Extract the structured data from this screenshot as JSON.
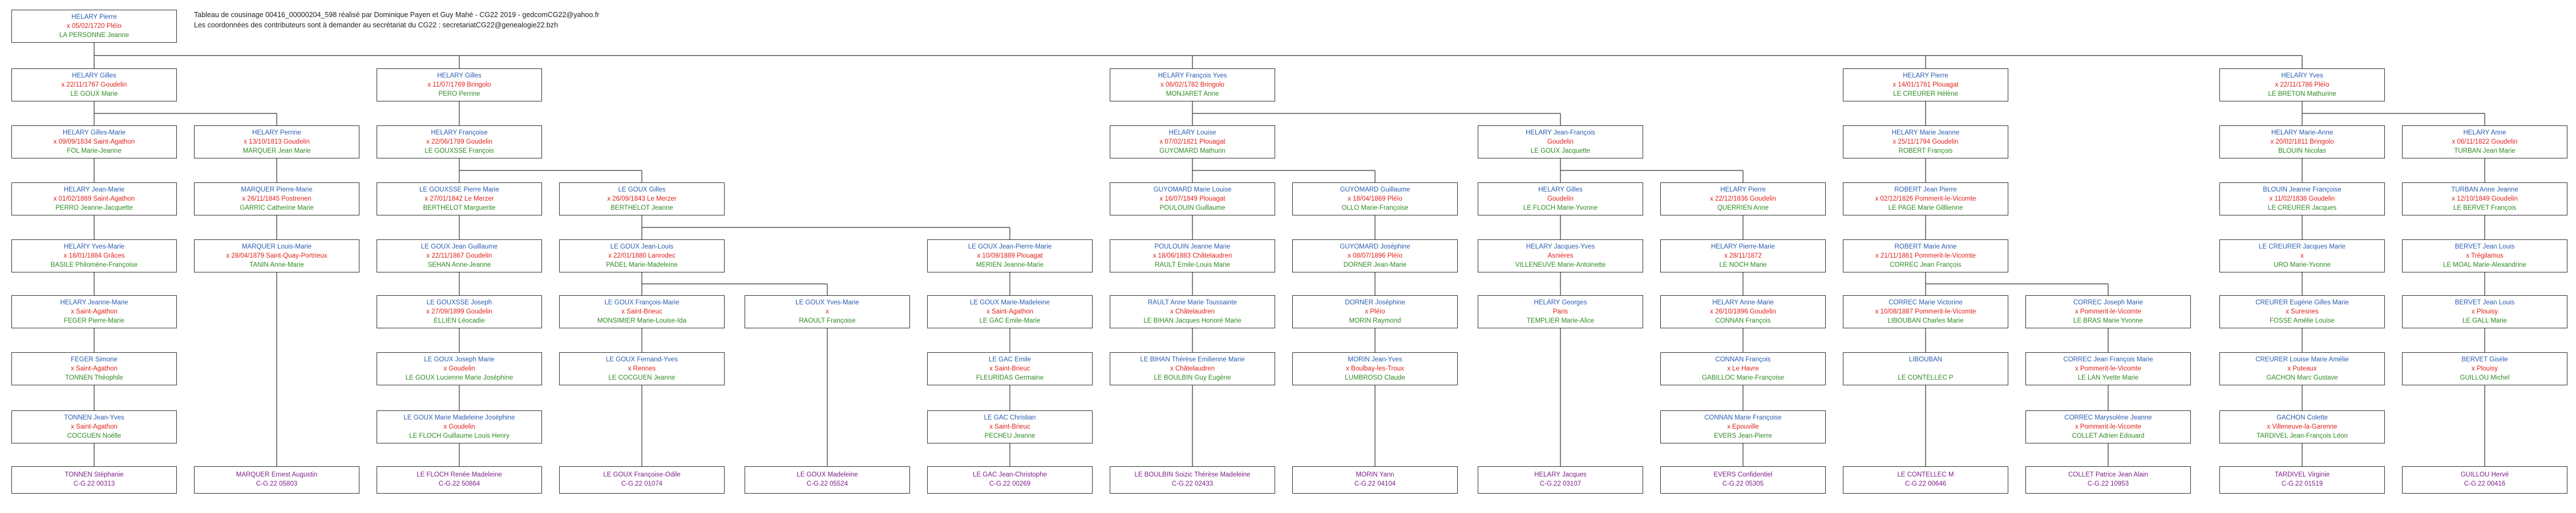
{
  "header": {
    "line1": "Tableau de cousinage 00416_00000204_598 réalisé par Dominique Payen et Guy Mahé - CG22 2019 - gedcomCG22@yahoo.fr",
    "line2": "Les coordonnées des contributeurs sont à demander au secrétariat du CG22 : secretariatCG22@genealogie22.bzh"
  },
  "root": {
    "l1": "HELARY Pierre",
    "l2": "x 05/02/1720 Pléïo",
    "l3": "LA PERSONNE Jeanne"
  },
  "gen1": [
    {
      "l1": "HELARY Gilles",
      "l2": "x 22/11/1767 Goudelin",
      "l3": "LE GOUX Marie"
    },
    {
      "l1": "HELARY Gilles",
      "l2": "x 11/07/1769 Bringolo",
      "l3": "PERO Perrine"
    },
    {
      "l1": "HELARY François Yves",
      "l2": "x 06/02/1782 Bringolo",
      "l3": "MONJARET Anne"
    },
    {
      "l1": "HELARY Pierre",
      "l2": "x 14/01/1781 Plouagat",
      "l3": "LE CREURER Hélène"
    },
    {
      "l1": "HELARY Yves",
      "l2": "x 22/11/1786 Pléïo",
      "l3": "LE BRETON Mathurine"
    }
  ],
  "gen2": [
    {
      "l1": "HELARY Gilles-Marie",
      "l2": "x 09/09/1834 Saint-Agathon",
      "l3": "FOL Marie-Jeanne"
    },
    {
      "l1": "HELARY Perrine",
      "l2": "x 13/10/1813 Goudelin",
      "l3": "MARQUER Jean Marie"
    },
    {
      "l1": "HELARY Françoise",
      "l2": "x 22/06/1789 Goudelin",
      "l3": "LE GOUXSSE François"
    },
    {
      "l1": "HELARY Louise",
      "l2": "x 07/02/1821 Plouagat",
      "l3": "GUYOMARD Mathurin"
    },
    {
      "l1": "HELARY Jean-François",
      "l2": "Goudelin",
      "l3": "LE GOUX Jacquette"
    },
    {
      "l1": "HELARY Marie Jeanne",
      "l2": "x 25/11/1794 Goudelin",
      "l3": "ROBERT François"
    },
    {
      "l1": "HELARY Marie-Anne",
      "l2": "x 20/02/1811 Bringolo",
      "l3": "BLOUIN Nicolas"
    },
    {
      "l1": "HELARY Anne",
      "l2": "x 06/11/1822 Goudelin",
      "l3": "TURBAN Jean Marie"
    }
  ],
  "gen3": [
    {
      "l1": "HELARY Jean-Marie",
      "l2": "x 01/02/1869 Saint-Agathon",
      "l3": "PERRO Jeanne-Jacquette"
    },
    {
      "l1": "MARQUER Pierre-Marie",
      "l2": "x 26/11/1845 Postrenen",
      "l3": "GARRIC Catherine Marie"
    },
    {
      "l1": "LE GOUXSSE Pierre Marie",
      "l2": "x 27/01/1842 Le Merzer",
      "l3": "BERTHELOT Marguerite"
    },
    {
      "l1": "LE GOUX Gilles",
      "l2": "x 26/09/1843 Le Merzer",
      "l3": "BERTHELOT Jeanne"
    },
    {
      "l1": "GUYOMARD Marie Louise",
      "l2": "x 16/07/1849 Plouagat",
      "l3": "POULOUIN Guillaume"
    },
    {
      "l1": "GUYOMARD Guillaume",
      "l2": "x 18/04/1869 Pléïo",
      "l3": "OLLO Marie-Françoise"
    },
    {
      "l1": "HELARY Gilles",
      "l2": "Goudelin",
      "l3": "LE FLOCH Marie-Yvonne"
    },
    {
      "l1": "HELARY Pierre",
      "l2": "x 22/12/1836 Goudelin",
      "l3": "QUERRIEN Anne"
    },
    {
      "l1": "ROBERT Jean Pierre",
      "l2": "x 02/12/1826 Pommerit-le-Vicomte",
      "l3": "LE PAGE Marie Gilllienne"
    },
    {
      "l1": "BLOUIN Jeanne Françoise",
      "l2": "x 11/02/1838 Goudelin",
      "l3": "LE CREURER Jacques"
    },
    {
      "l1": "TURBAN Anne Jeanne",
      "l2": "x 12/10/1849 Goudelin",
      "l3": "LE BERVET François"
    }
  ],
  "gen4": [
    {
      "l1": "HELARY Yves-Marie",
      "l2": "x 18/01/1884 Grâces",
      "l3": "BASILE Philomène-Françoise"
    },
    {
      "l1": "MARQUER Louis-Marie",
      "l2": "x 28/04/1879 Saint-Quay-Portrieux",
      "l3": "TANIN Anne-Marie"
    },
    {
      "l1": "LE GOUX Jean Guillaume",
      "l2": "x 22/11/1867 Goudelin",
      "l3": "SEHAN Anne-Jeanne"
    },
    {
      "l1": "LE GOUX Jean-Louis",
      "l2": "x 22/01/1880 Lanrodec",
      "l3": "PADEL Marie-Madeleine"
    },
    {
      "l1": "LE GOUX Jean-Pierre-Marie",
      "l2": "x 10/09/1889 Plouagat",
      "l3": "MERIEN Jeanne-Marie"
    },
    {
      "l1": "POULOUIN Jeanne Marie",
      "l2": "x 18/06/1883 Châtelaudren",
      "l3": "RAULT Emile-Louis Marie"
    },
    {
      "l1": "GUYOMARD Joséphine",
      "l2": "x 08/07/1896 Pléïo",
      "l3": "DORNER Jean-Marie"
    },
    {
      "l1": "HELARY Jacques-Yves",
      "l2": "Asnières",
      "l3": "VILLENEUVE Marie-Antoinette"
    },
    {
      "l1": "HELARY Pierre-Marie",
      "l2": "x 28/11/1872",
      "l3": "LE NOCH Marie"
    },
    {
      "l1": "ROBERT Marie Anne",
      "l2": "x 21/11/1861 Pommerit-le-Vicomte",
      "l3": "CORREC Jean François"
    },
    {
      "l1": "LE CREURER Jacques Marie",
      "l2": "x",
      "l3": "URO Marie-Yvonne"
    },
    {
      "l1": "BERVET Jean Louis",
      "l2": "x   Trégilamus",
      "l3": "LE MOAL Marie-Alexandrine"
    }
  ],
  "gen5": [
    {
      "l1": "HELARY Jeanne-Marie",
      "l2": "x      Saint-Agathon",
      "l3": "FEGER Pierre-Marie"
    },
    {
      "l1": "LE GOUXSSE Joseph",
      "l2": "x 27/09/1899 Goudelin",
      "l3": "ELLIEN Léocadie"
    },
    {
      "l1": "LE GOUX François-Marie",
      "l2": "x      Saint-Brieuc",
      "l3": "MONSIMIER Marie-Louise-Ida"
    },
    {
      "l1": "LE GOUX Yves-Marie",
      "l2": "x",
      "l3": "RAOULT Françoise"
    },
    {
      "l1": "LE GOUX Marie-Madeleine",
      "l2": "x      Saint-Agathon",
      "l3": "LE GAC Emile-Marie"
    },
    {
      "l1": "RAULT Anne Marie Toussainte",
      "l2": "x      Châtelaudren",
      "l3": "LE BIHAN Jacques Honoré Marie"
    },
    {
      "l1": "DORNER Joséphine",
      "l2": "x      Pléïo",
      "l3": "MORIN Raymond"
    },
    {
      "l1": "HELARY Georges",
      "l2": "Paris",
      "l3": "TEMPLIER Marie-Alice"
    },
    {
      "l1": "HELARY Anne-Marie",
      "l2": "x 26/10/1896 Goudelin",
      "l3": "CONNAN François"
    },
    {
      "l1": "CORREC Marie Victorine",
      "l2": "x 10/08/1887 Pommerit-le-Vicomte",
      "l3": "LIBOUBAN Charles Marie"
    },
    {
      "l1": "CORREC Joseph Marie",
      "l2": "x      Pommerit-le-Vicomte",
      "l3": "LE BRAS Marie Yvonne"
    },
    {
      "l1": "CREURER Eugène Gilles Marie",
      "l2": "x      Suresnes",
      "l3": "FOSSE Amélie Louise"
    },
    {
      "l1": "BERVET Jean Louis",
      "l2": "x      Plouisy",
      "l3": "LE GALL Marie"
    }
  ],
  "gen6": [
    {
      "l1": "FEGER Simone",
      "l2": "x      Saint-Agathon",
      "l3": "TONNEN Théophile"
    },
    {
      "l1": "LE GOUX Joseph Marie",
      "l2": "x      Goudelin",
      "l3": "LE GOUX Lucienne Marie Joséphine"
    },
    {
      "l1": "LE GOUX Fernand-Yves",
      "l2": "x      Rennes",
      "l3": "LE COCGUEN Jeanne"
    },
    {
      "l1": "LE GAC Emile",
      "l2": "x      Saint-Brieuc",
      "l3": "FLEURIDAS Germaine"
    },
    {
      "l1": "LE BIHAN Thérèse Emilienne Marie",
      "l2": "x      Châtelaudren",
      "l3": "LE BOULBIN Guy Eugène"
    },
    {
      "l1": "MORIN Jean-Yves",
      "l2": "x      Boulbay-les-Troux",
      "l3": "LUMBROSO Claude"
    },
    {
      "l1": "CONNAN François",
      "l2": "x      Le Havre",
      "l3": "GABILLOC Marie-Françoise"
    },
    {
      "l1": "LIBOUBAN",
      "l2": "",
      "l3": "LE CONTELLEC P"
    },
    {
      "l1": "CORREC Jean François Marie",
      "l2": "x      Pommerit-le-Vicomte",
      "l3": "LE LAN Yvette Marie"
    },
    {
      "l1": "CREURER Louise Marie Amélie",
      "l2": "x      Puteaux",
      "l3": "GACHON Marc Gustave"
    },
    {
      "l1": "BERVET Gisèle",
      "l2": "x      Plouisy",
      "l3": "GUILLOU Michel"
    }
  ],
  "gen7": [
    {
      "l1": "TONNEN Jean-Yves",
      "l2": "x      Saint-Agathon",
      "l3": "COCGUEN Noëlle"
    },
    {
      "l1": "LE GOUX Marie Madeleine Joséphine",
      "l2": "x      Goudelin",
      "l3": "LE FLOCH Guillaume Louis Henry"
    },
    {
      "l1": "LE GAC Christian",
      "l2": "x      Saint-Brieuc",
      "l3": "PECHEU Jeanne"
    },
    {
      "l1": "CONNAN Marie Françoise",
      "l2": "x      Epouville",
      "l3": "EVERS Jean-Pierre"
    },
    {
      "l1": "CORREC Marysolène Jeanne",
      "l2": "x      Pommerit-le-Vicomte",
      "l3": "COLLET Adrien Edouard"
    },
    {
      "l1": "GACHON Colette",
      "l2": "x      Villeneuve-la-Garenne",
      "l3": "TARDIVEL Jean-François Léon"
    }
  ],
  "leaves": [
    {
      "l1": "TONNEN Stéphanie",
      "l2": "C-G.22 00313"
    },
    {
      "l1": "MARQUER Ernest Augustin",
      "l2": "C-G.22 05803"
    },
    {
      "l1": "LE FLOCH Renée Madeleine",
      "l2": "C-G.22 50864"
    },
    {
      "l1": "LE GOUX Françoise-Odile",
      "l2": "C-G.22 01074"
    },
    {
      "l1": "LE GOUX Madeleine",
      "l2": "C-G.22 05524"
    },
    {
      "l1": "LE GAC Jean-Christophe",
      "l2": "C-G.22 00269"
    },
    {
      "l1": "LE BOULBIN Soizic Thérèse Madeleine",
      "l2": "C-G.22 02433"
    },
    {
      "l1": "MORIN Yann",
      "l2": "C-G.22 04104"
    },
    {
      "l1": "HELARY Jacques",
      "l2": "C-G.22 03107"
    },
    {
      "l1": "EVERS Confidentiel",
      "l2": "C-G.22 05305"
    },
    {
      "l1": "LE CONTELLEC M",
      "l2": "C-G.22 00646"
    },
    {
      "l1": "COLLET Patrice Jean Alain",
      "l2": "C-G.22 10953"
    },
    {
      "l1": "TARDIVEL Virginie",
      "l2": "C-G.22 01519"
    },
    {
      "l1": "GUILLOU Hervé",
      "l2": "C-G.22 00416"
    }
  ],
  "colors": {
    "name": "#2a5db0",
    "marriage": "#e0221b",
    "spouse": "#2e8b22",
    "leaf": "#7d1f8a"
  }
}
